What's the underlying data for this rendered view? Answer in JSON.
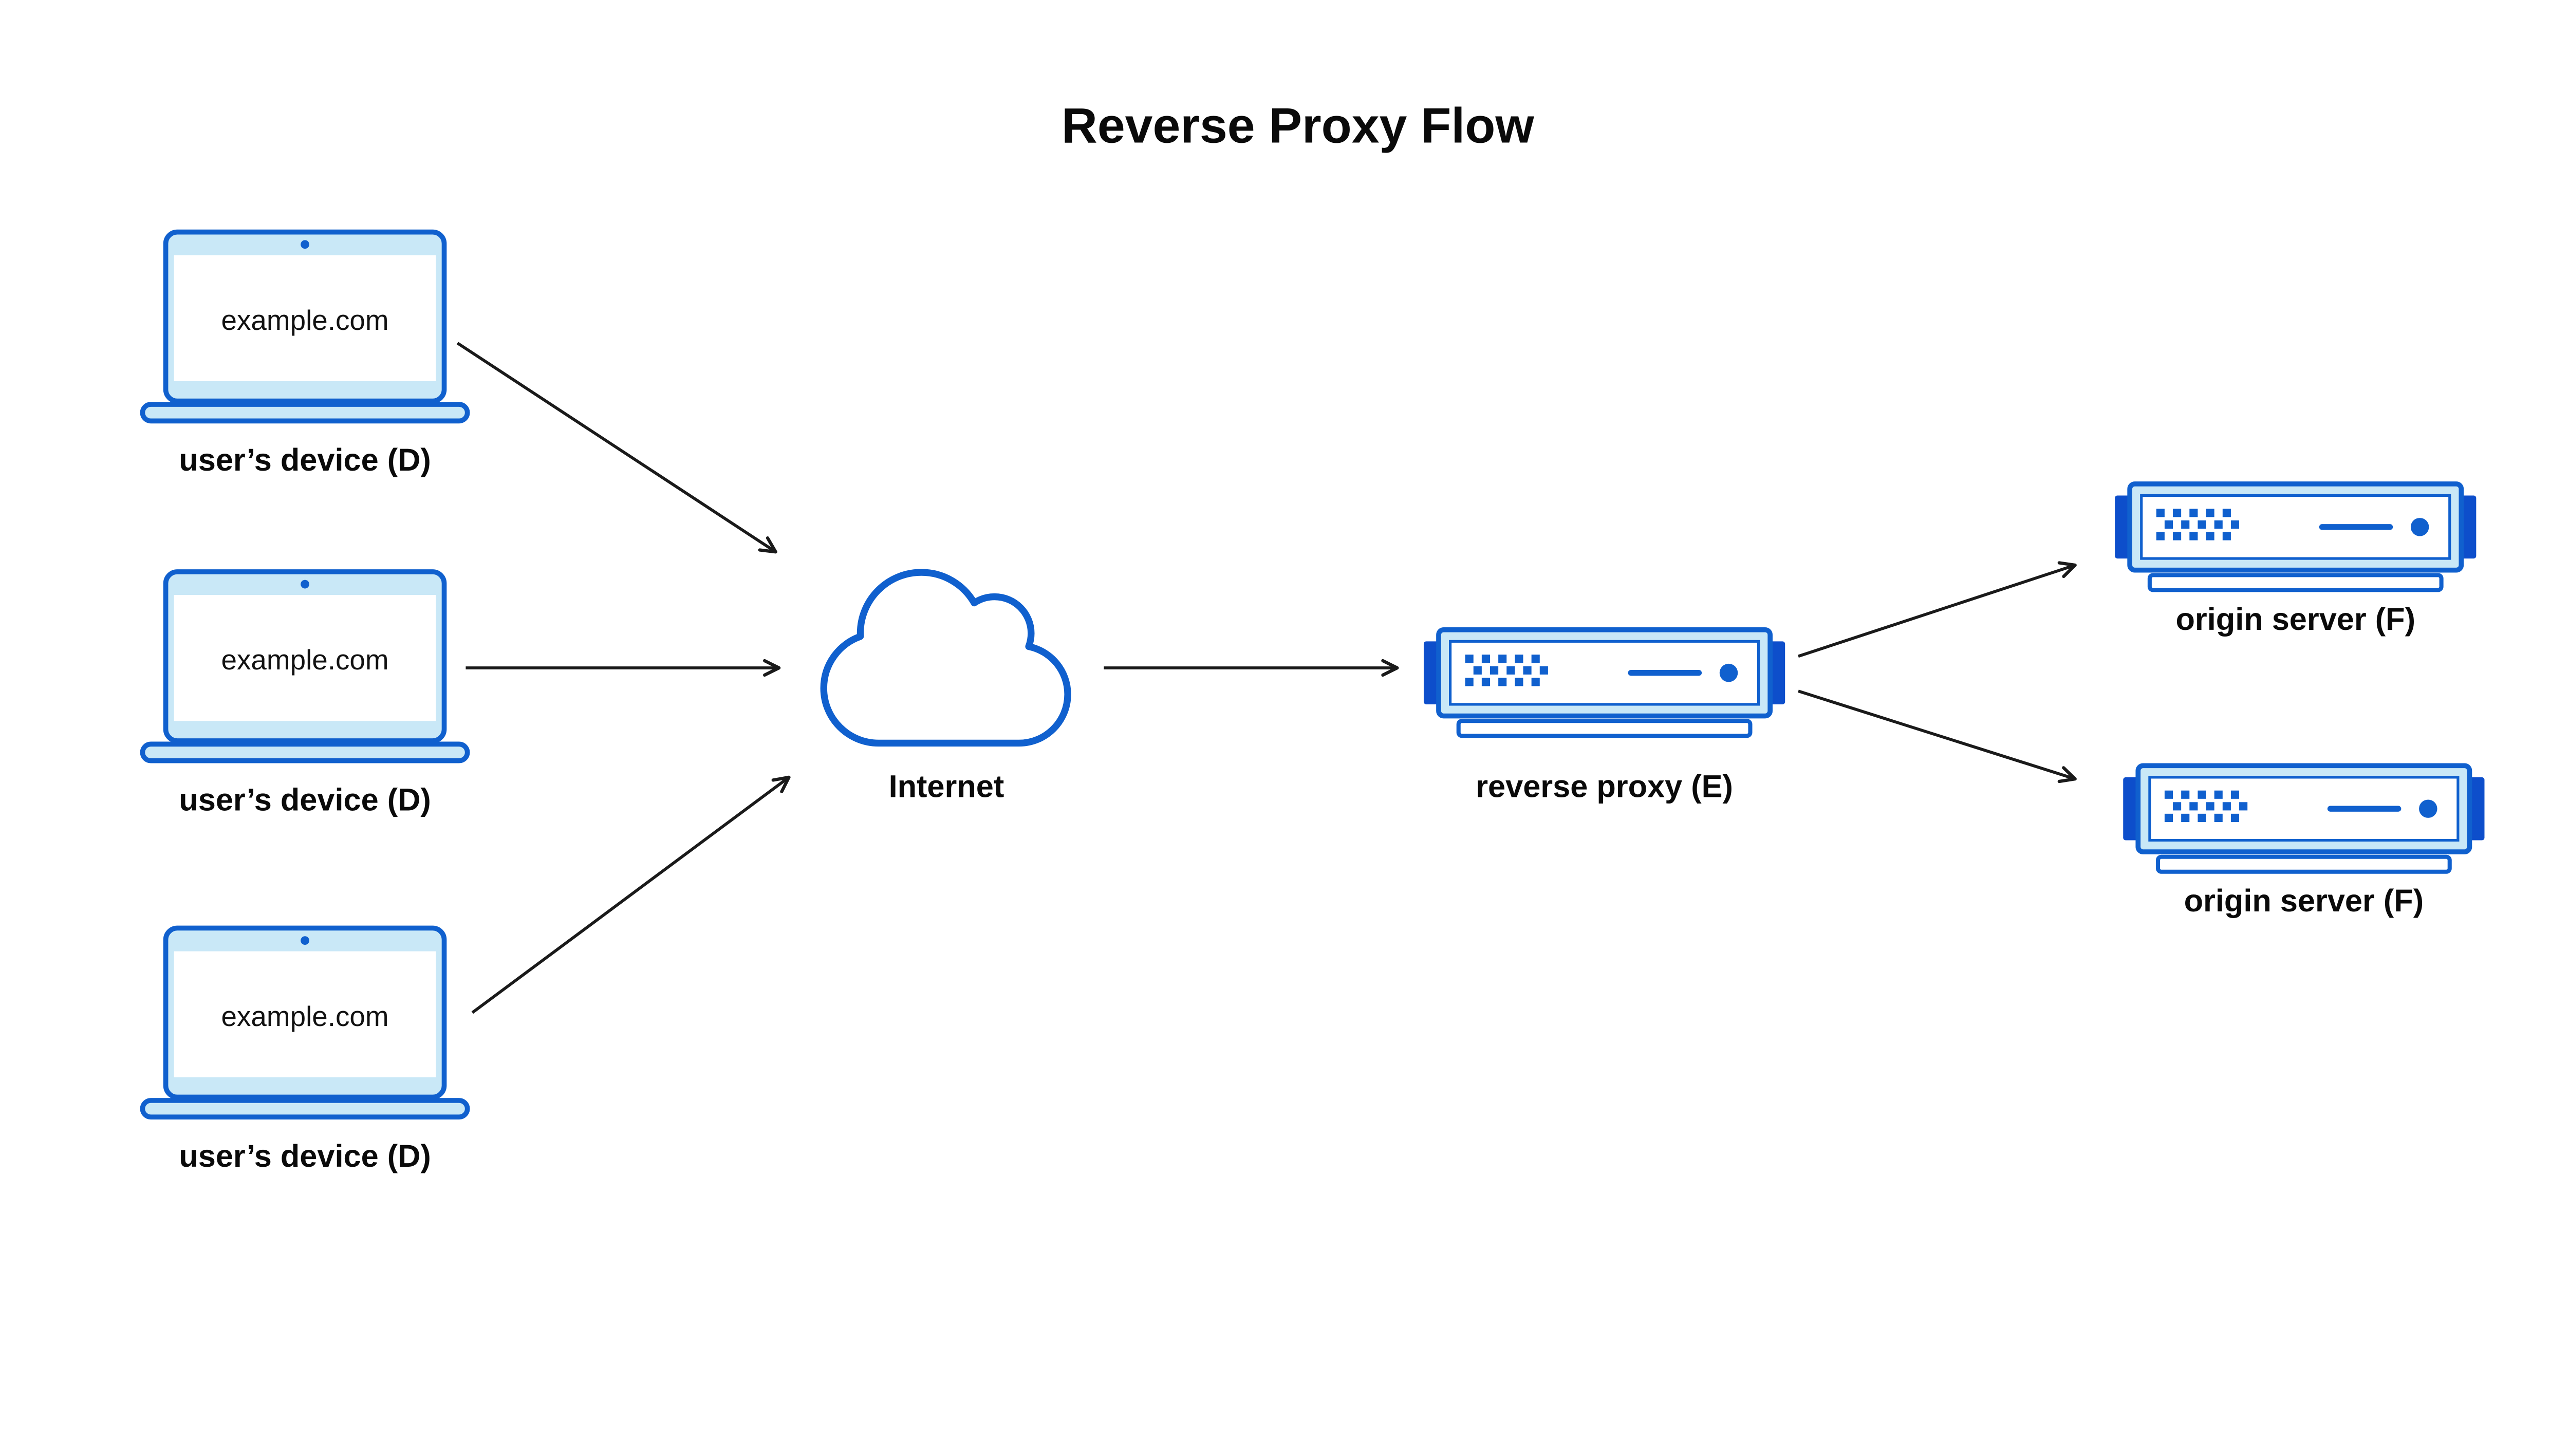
{
  "title": "Reverse Proxy Flow",
  "colors": {
    "primary_blue": "#1060CE",
    "dark_blue": "#0D4ECB",
    "light_blue": "#C9E8F7",
    "arrow_black": "#1A1A1A",
    "background": "#FFFFFF",
    "text": "#000000"
  },
  "nodes": {
    "devices": [
      {
        "icon": "laptop-icon",
        "screen_text": "example.com",
        "label": "user’s device (D)"
      },
      {
        "icon": "laptop-icon",
        "screen_text": "example.com",
        "label": "user’s device (D)"
      },
      {
        "icon": "laptop-icon",
        "screen_text": "example.com",
        "label": "user’s device (D)"
      }
    ],
    "internet": {
      "icon": "cloud-icon",
      "label": "Internet"
    },
    "reverse_proxy": {
      "icon": "server-icon",
      "label": "reverse proxy (E)"
    },
    "origin_servers": [
      {
        "icon": "server-icon",
        "label": "origin server (F)"
      },
      {
        "icon": "server-icon",
        "label": "origin server (F)"
      }
    ]
  },
  "edges": [
    {
      "from": "user-device-1",
      "to": "internet"
    },
    {
      "from": "user-device-2",
      "to": "internet"
    },
    {
      "from": "user-device-3",
      "to": "internet"
    },
    {
      "from": "internet",
      "to": "reverse-proxy"
    },
    {
      "from": "reverse-proxy",
      "to": "origin-server-1"
    },
    {
      "from": "reverse-proxy",
      "to": "origin-server-2"
    }
  ]
}
